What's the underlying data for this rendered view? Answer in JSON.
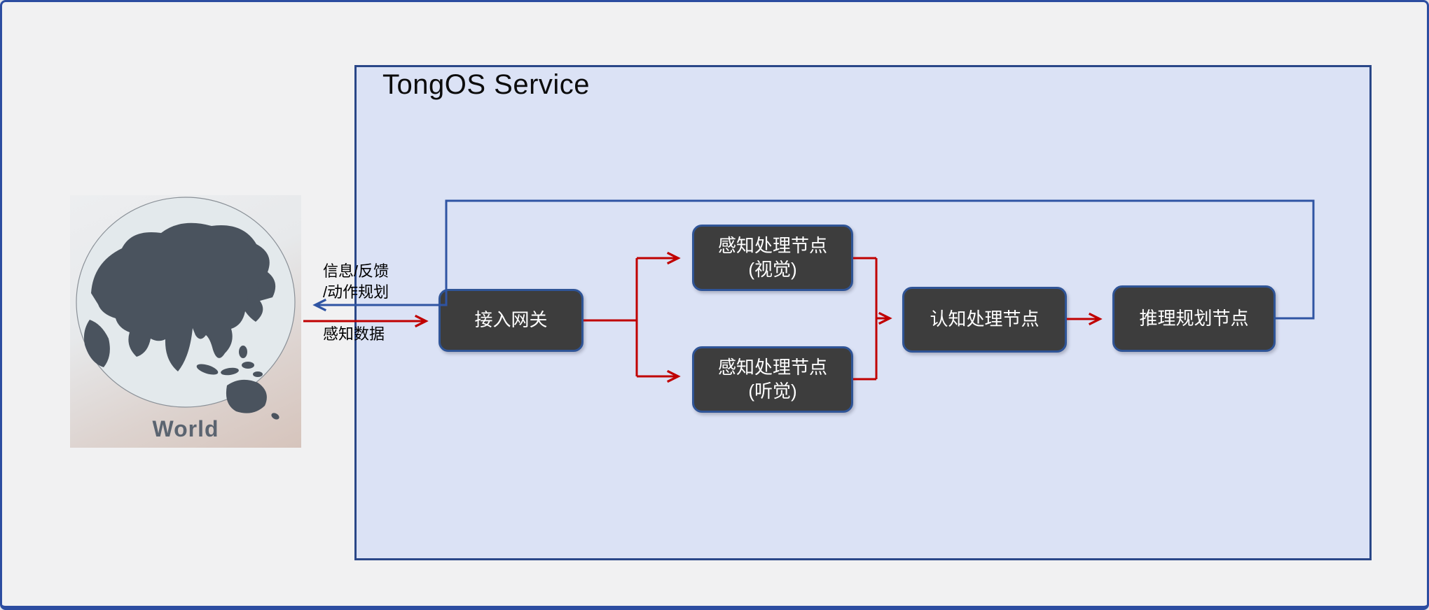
{
  "title": {
    "text": "TongOS Service"
  },
  "world": {
    "caption": "World"
  },
  "nodes": {
    "gateway": {
      "label": "接入网关"
    },
    "vision": {
      "line1": "感知处理节点",
      "line2": "(视觉)"
    },
    "hearing": {
      "line1": "感知处理节点",
      "line2": "(听觉)"
    },
    "cognition": {
      "label": "认知处理节点"
    },
    "reasoning": {
      "label": "推理规划节点"
    }
  },
  "labels": {
    "feedback_line1": "信息/反馈",
    "feedback_line2": "/动作规划",
    "sense_data": "感知数据"
  },
  "colors": {
    "red_arrow": "#c00000",
    "blue_line": "#2f54a3",
    "service_fill": "#dbe2f5",
    "service_border": "#2a4788",
    "node_fill": "#3d3d3d",
    "node_border": "#2f5496",
    "canvas_bg": "#f1f1f2",
    "canvas_border": "#2c4da1",
    "land": "#4a535e"
  }
}
